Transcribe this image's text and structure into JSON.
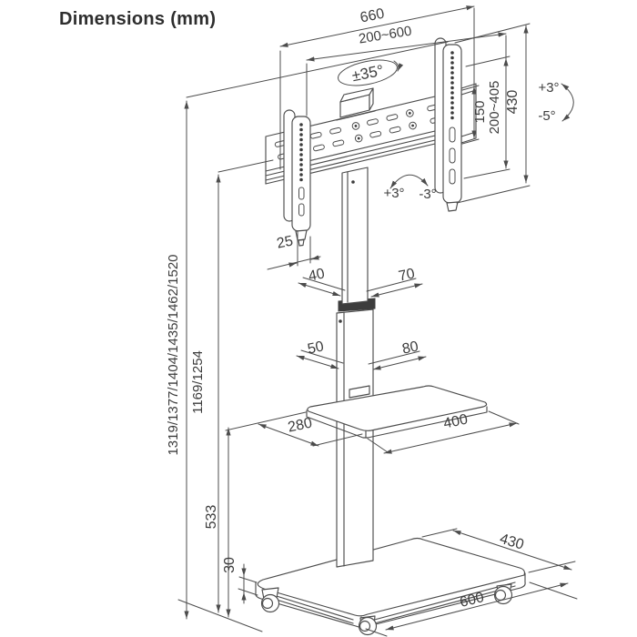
{
  "title": "Dimensions (mm)",
  "colors": {
    "line": "#4c4c4c",
    "text": "#3c3c3c",
    "background": "#ffffff"
  },
  "dims": {
    "width_max": "660",
    "width_range": "200~600",
    "swivel": "±35°",
    "plate_height": "150",
    "vesa_range": "200~405",
    "bracket_height": "430",
    "tilt_up": "+3°",
    "tilt_down": "-5°",
    "level_plus": "+3°",
    "level_minus": "-3°",
    "hook_offset": "25",
    "inner_col_depth": "40",
    "inner_col_width": "70",
    "outer_col_depth": "50",
    "outer_col_width": "80",
    "shelf_depth": "280",
    "shelf_width": "400",
    "shelf_height": "533",
    "base_thickness": "30",
    "base_depth": "430",
    "base_width": "600",
    "overall_heights": "1319/1377/1404/1435/1462/1520",
    "pole_heights": "1169/1254"
  }
}
